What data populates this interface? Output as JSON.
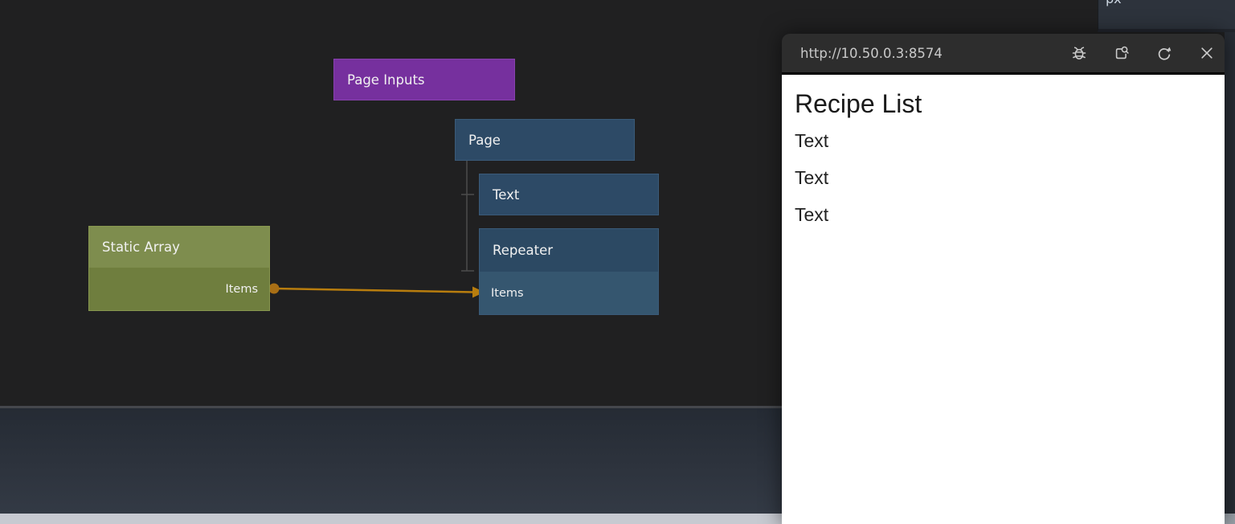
{
  "canvas": {
    "nodes": {
      "page_inputs": {
        "label": "Page Inputs",
        "color": "#76309e"
      },
      "page": {
        "label": "Page",
        "color": "#2d4a66"
      },
      "text": {
        "label": "Text",
        "color": "#2d4a66"
      },
      "repeater": {
        "label": "Repeater",
        "port": "Items",
        "color": "#2c4963"
      },
      "static_array": {
        "label": "Static Array",
        "port": "Items",
        "color": "#7e8d4e"
      }
    },
    "connection_color": "#b87d0e"
  },
  "properties_panel": {
    "unit_label": "px"
  },
  "preview_window": {
    "url": "http://10.50.0.3:8574",
    "icons": [
      "debug",
      "inspect",
      "refresh",
      "close"
    ],
    "content": {
      "heading": "Recipe List",
      "items": [
        "Text",
        "Text",
        "Text"
      ]
    }
  }
}
